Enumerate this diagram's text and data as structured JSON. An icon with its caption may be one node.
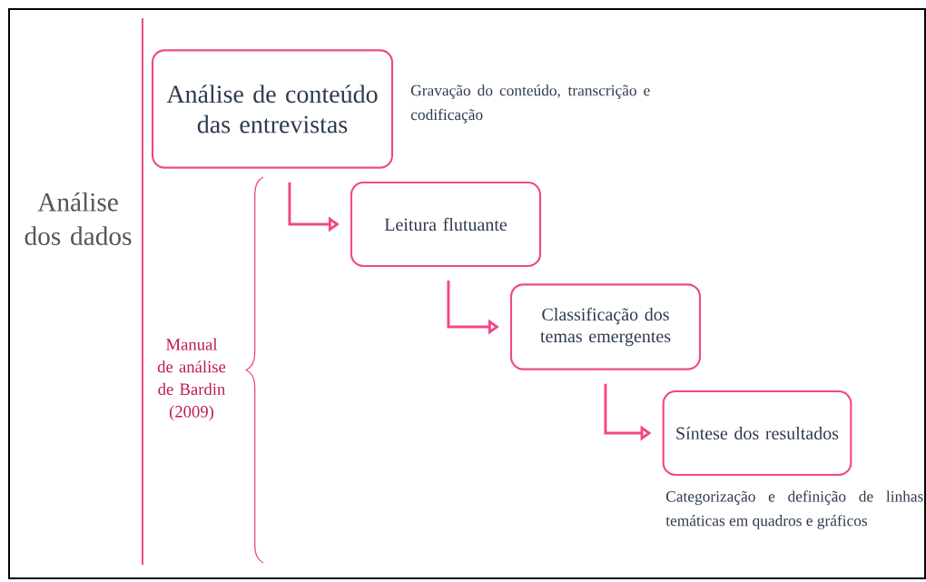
{
  "diagram": {
    "nodes": [
      {
        "text": [
          "Análise de conteúdo das entrevistas"
        ],
        "beside": [
          "Gravação do conteúdo, transcrição e codificação"
        ]
      },
      {
        "text": [
          "Leitura flutuante"
        ]
      },
      {
        "text": [
          "Classificação dos temas emergentes"
        ]
      },
      {
        "text": [
          "Síntese dos resultados"
        ],
        "beside": [
          "Categorização e definição de linhas temáticas em quadros e gráficos"
        ]
      }
    ],
    "edges": [
      {
        "from": 0,
        "to": 1,
        "arrow": "to"
      },
      {
        "from": 1,
        "to": 2,
        "arrow": "to"
      },
      {
        "from": 2,
        "to": 3,
        "arrow": "to"
      }
    ],
    "labels": [
      "Análise dos dados",
      "Manual de análise de Bardin (2009)"
    ]
  }
}
